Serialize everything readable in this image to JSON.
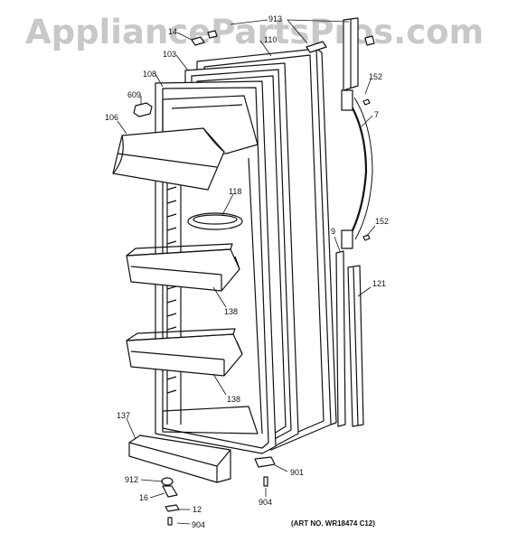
{
  "watermark": "AppliancePartsPros.com",
  "art_number": "(ART NO. WR18474 C12)",
  "callouts": {
    "c913": "913",
    "c14": "14",
    "c110": "110",
    "c103": "103",
    "c108": "108",
    "c609": "609",
    "c106": "106",
    "c118": "118",
    "c138a": "138",
    "c138b": "138",
    "c137": "137",
    "c912": "912",
    "c16": "16",
    "c12": "12",
    "c904a": "904",
    "c904b": "904",
    "c901": "901",
    "c152a": "152",
    "c7": "7",
    "c9": "9",
    "c152b": "152",
    "c121": "121"
  }
}
